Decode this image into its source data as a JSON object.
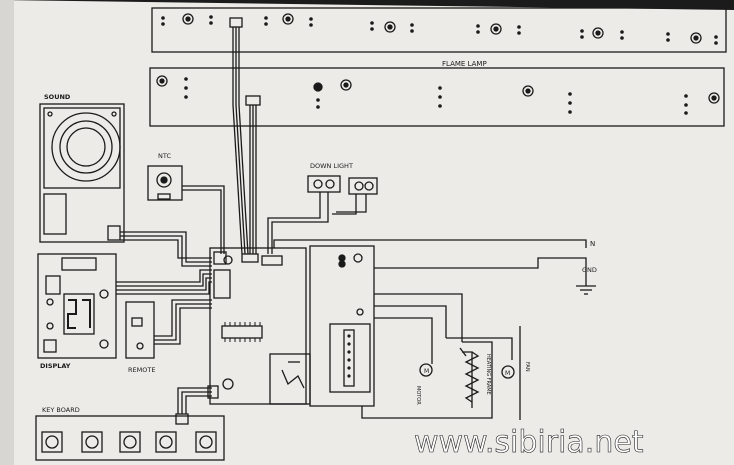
{
  "labels": {
    "flame_lamp": "FLAME LAMP",
    "sound": "SOUND",
    "ntc": "NTC",
    "down_light": "DOWN LIGHT",
    "display": "DISPLAY",
    "remote": "REMOTE",
    "key_board": "KEY BOARD",
    "n": "N",
    "gnd": "GND",
    "motor": "MOTOR",
    "heating_frame": "HEATING FRAME",
    "fan": "FAN"
  },
  "watermark": "www.sibiria.net",
  "colors": {
    "paper": "#ecebe7",
    "line": "#1a1a1a",
    "background": "#1b1b1b",
    "watermark": "#ffffff"
  }
}
